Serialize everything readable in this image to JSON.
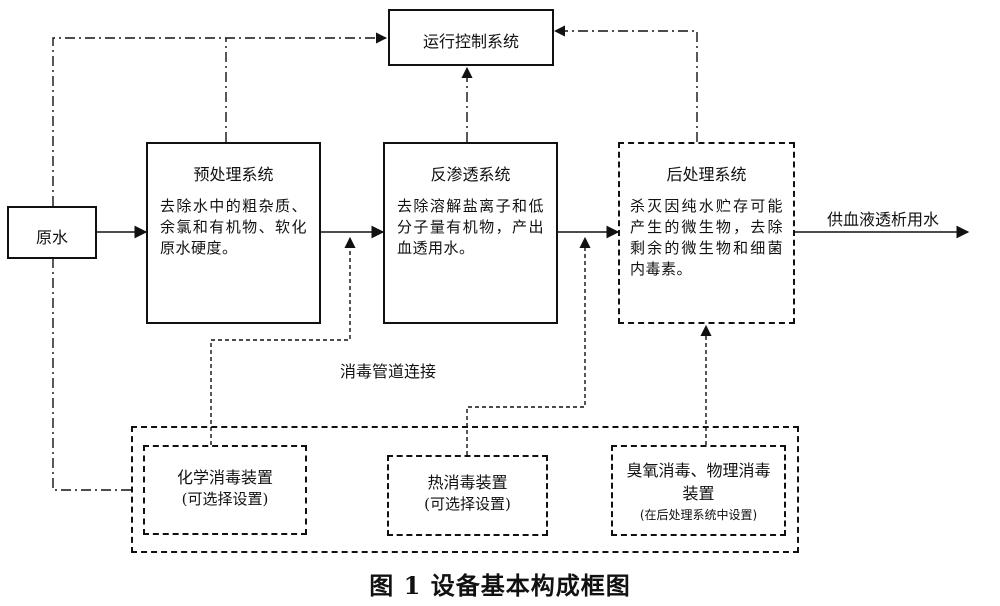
{
  "nodes": {
    "raw_water": "原水",
    "control": "运行控制系统",
    "pretreat": {
      "title": "预处理系统",
      "desc": "去除水中的粗杂质、余氯和有机物、软化原水硬度。"
    },
    "ro": {
      "title": "反渗透系统",
      "desc": "去除溶解盐离子和低分子量有机物，产出血透用水。"
    },
    "post": {
      "title": "后处理系统",
      "desc": "杀灭因纯水贮存可能产生的微生物，去除剩余的微生物和细菌内毒素。"
    },
    "output": "供血液透析用水",
    "disinfect_link": "消毒管道连接",
    "chem": {
      "line1": "化学消毒装置",
      "line2": "(可选择设置)"
    },
    "heat": {
      "line1": "热消毒装置",
      "line2": "(可选择设置)"
    },
    "ozone": {
      "line1": "臭氧消毒、物理消毒",
      "line2": "装置",
      "line3": "(在后处理系统中设置)"
    }
  },
  "caption": "图 1  设备基本构成框图"
}
